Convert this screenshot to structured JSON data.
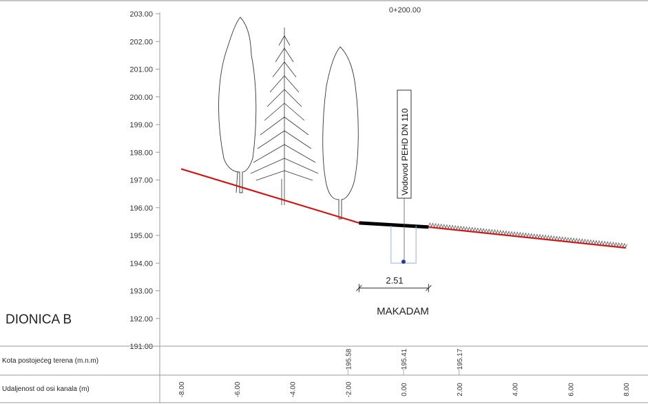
{
  "section_label": "DIONICA B",
  "station": "0+200.00",
  "surface_label": "MAKADAM",
  "utility_label": "Vodovod PEHD DN 110",
  "dimension_label": "2.51",
  "row_labels": {
    "elevation": "Kota postojećeg terena (m.n.m)",
    "distance": "Udaljenost od osi kanala (m)"
  },
  "colors": {
    "terrain": "#d21414",
    "road": "#000000",
    "pipe": "#2233aa",
    "grid": "#999999"
  },
  "chart_data": {
    "type": "line",
    "y_axis_ticks": [
      "203.00",
      "202.00",
      "201.00",
      "200.00",
      "199.00",
      "198.00",
      "197.00",
      "196.00",
      "195.00",
      "194.00",
      "193.00",
      "192.00",
      "191.00"
    ],
    "ylim": [
      191.0,
      203.0
    ],
    "x_ticks": [
      "-8.00",
      "-6.00",
      "-4.00",
      "-2.00",
      "0.00",
      "2.00",
      "4.00",
      "6.00",
      "8.00"
    ],
    "xlim": [
      -8.0,
      8.0
    ],
    "elevation_labels": [
      {
        "x": -2.0,
        "text": "195.58"
      },
      {
        "x": 0.0,
        "text": "195.41"
      },
      {
        "x": 2.0,
        "text": "195.17"
      }
    ],
    "terrain_left": [
      [
        -8.0,
        197.4
      ],
      [
        -1.6,
        195.45
      ]
    ],
    "road": [
      [
        -1.6,
        195.45
      ],
      [
        0.9,
        195.3
      ]
    ],
    "terrain_right": [
      [
        0.9,
        195.3
      ],
      [
        8.0,
        194.55
      ]
    ],
    "pipe_point": [
      0.0,
      194.05
    ],
    "trench": {
      "x_left": -0.45,
      "x_right": 0.45,
      "top": 195.35,
      "bottom": 194.0
    },
    "dimension": {
      "x_left": -1.6,
      "x_right": 0.9,
      "y": 193.1
    }
  }
}
